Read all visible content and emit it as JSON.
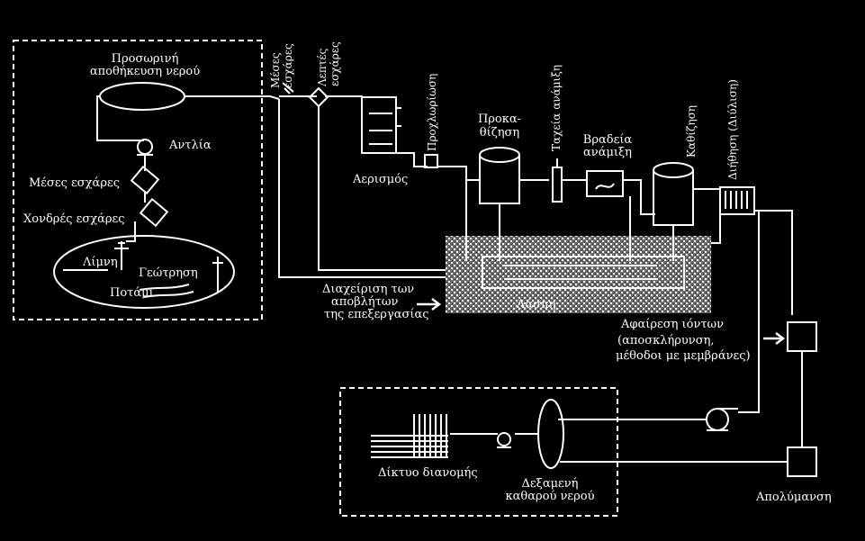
{
  "labels": {
    "temp_storage_1": "Προσωρινή",
    "temp_storage_2": "αποθήκευση νερού",
    "pump": "Αντλία",
    "medium_screens": "Μέσες εσχάρες",
    "coarse_screens": "Χονδρές εσχάρες",
    "lake": "Λίμνη",
    "well": "Γεώτρηση",
    "river": "Ποτάμι",
    "aeration": "Αερισμός",
    "presettling_1": "Προκα-",
    "presettling_2": "θίζηση",
    "slow_mixing_1": "Βραδεία",
    "slow_mixing_2": "ανάμιξη",
    "waste_1": "Διαχείριση των",
    "waste_2": "αποβλήτων",
    "waste_3": "της επεξεργασίας",
    "sludge": "Λάσπη",
    "ion_1": "Αφαίρεση ιόντων",
    "ion_2": "(αποσκλήρυνση,",
    "ion_3": "μέθοδοι με μεμβράνες)",
    "disinfection": "Απολύμανση",
    "distribution": "Δίκτυο διανομής",
    "reservoir_1": "Δεξαμενή",
    "reservoir_2": "καθαρού νερού",
    "v_medium_screens_1": "Μέσες",
    "v_medium_screens_2": "εσχάρες",
    "v_fine_screens_1": "Λεπτές",
    "v_fine_screens_2": "εσχάρες",
    "v_prechlorination": "Προχλωρίωση",
    "v_rapid_mixing": "Ταχεία ανάμιξη",
    "v_settling": "Καθίζηση",
    "v_filtration": "Διήθηση (Διύλιση)"
  }
}
